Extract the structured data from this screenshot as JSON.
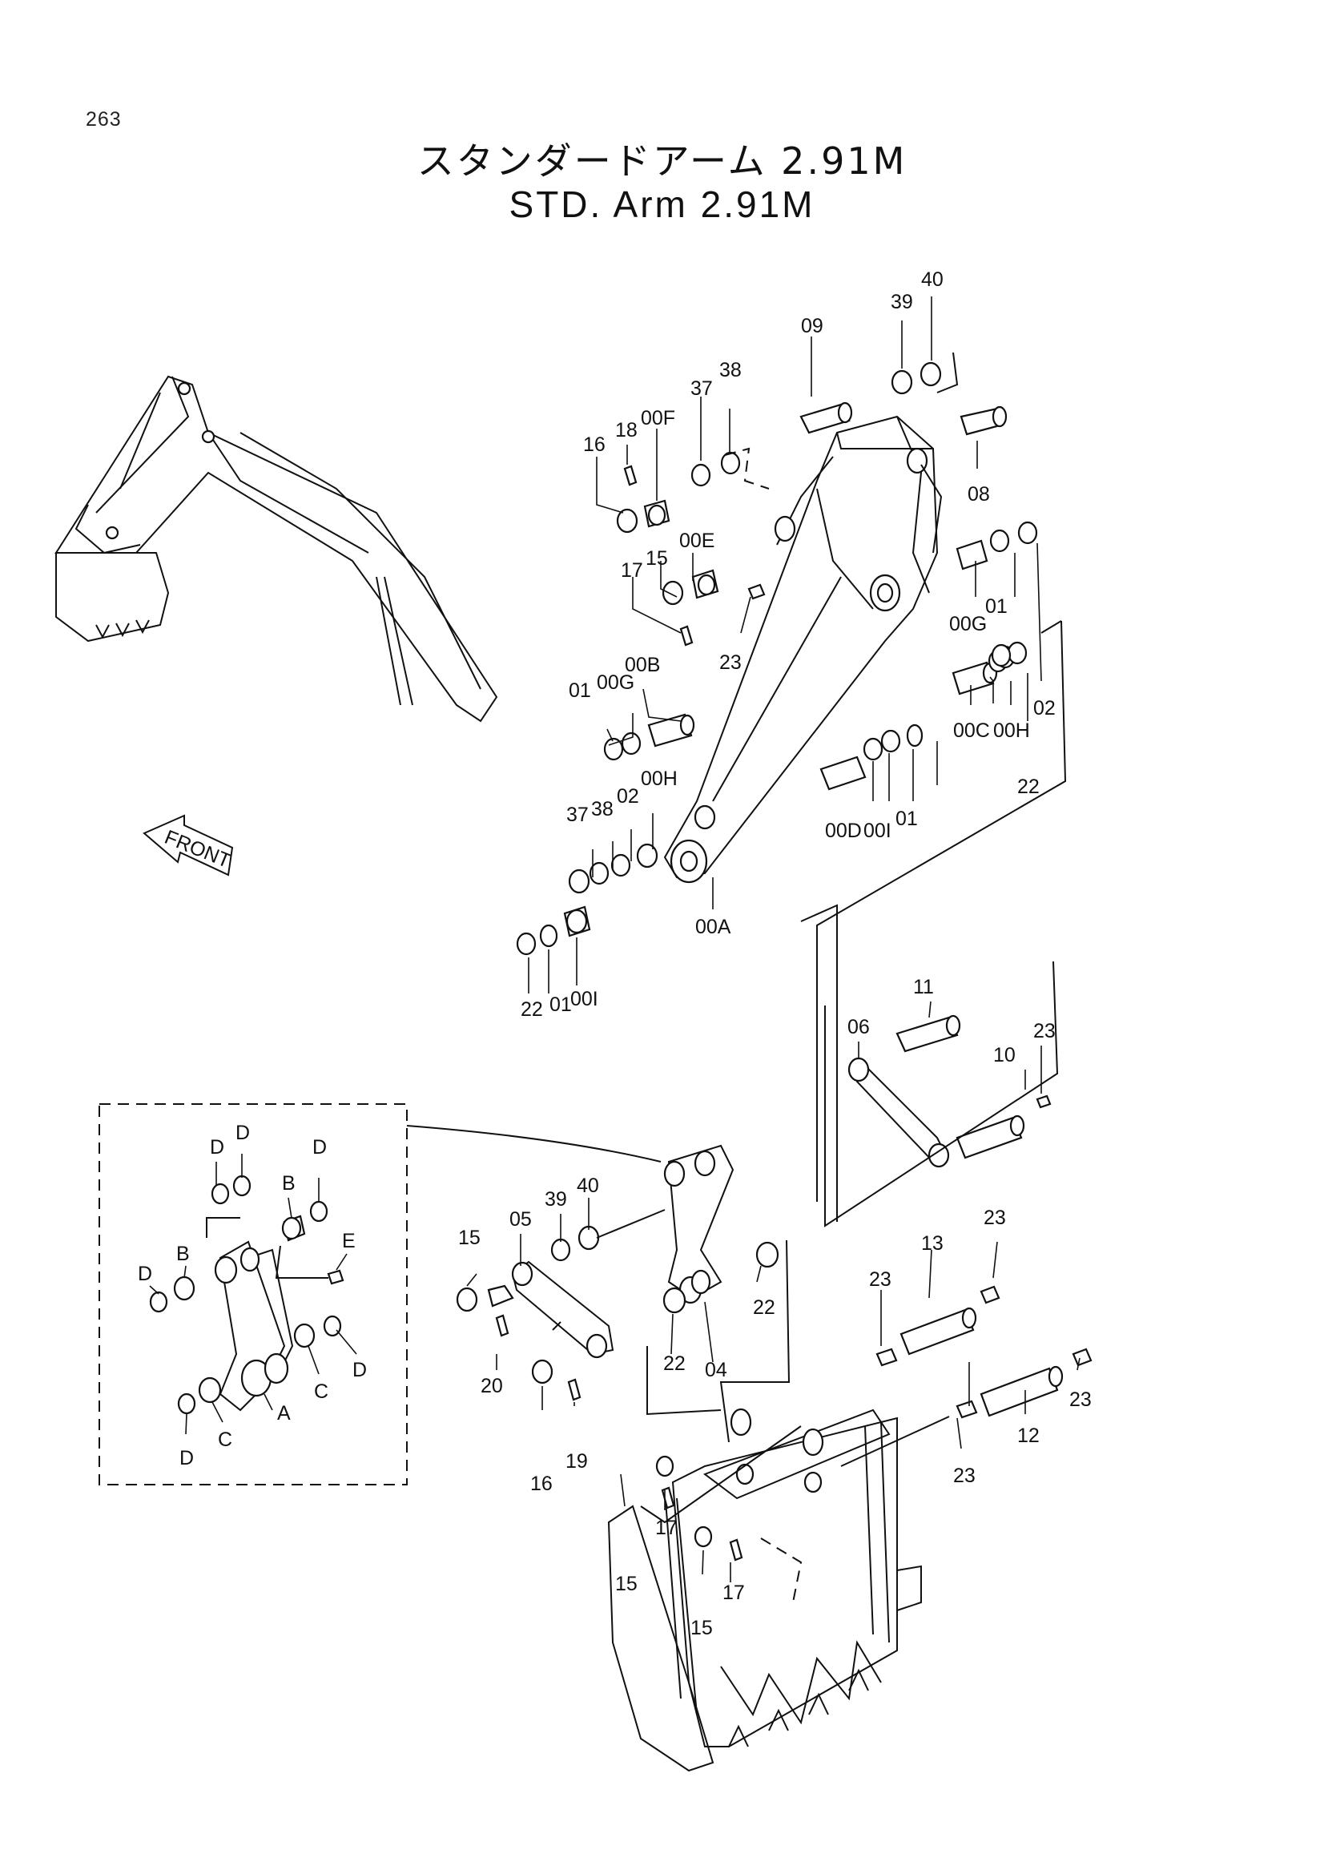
{
  "page_number": "263",
  "title_jp": "スタンダードアーム 2.91M",
  "title_en": "STD. Arm 2.91M",
  "front_label": "FRONT",
  "callouts": {
    "c09": "09",
    "c39a": "39",
    "c40a": "40",
    "c37a": "37",
    "c38a": "38",
    "c16a": "16",
    "c18": "18",
    "c00F": "00F",
    "c08": "08",
    "c00E": "00E",
    "c15a": "15",
    "c17a": "17",
    "c23a": "23",
    "c00Ga": "00G",
    "c01a": "01",
    "c02a": "02",
    "c00B": "00B",
    "c01b": "01",
    "c00Gb": "00G",
    "c00C": "00C",
    "c00Ha": "00H",
    "c22a": "22",
    "c37b": "37",
    "c38b": "38",
    "c02b": "02",
    "c00Hb": "00H",
    "c00D": "00D",
    "c00Ia": "00I",
    "c01c": "01",
    "c00A": "00A",
    "c22b": "22",
    "c01d": "01",
    "c00Ib": "00I",
    "c11": "11",
    "c06": "06",
    "c10": "10",
    "c23b": "23",
    "c15b": "15",
    "c05": "05",
    "c39b": "39",
    "c40b": "40",
    "c20": "20",
    "c16b": "16",
    "c19": "19",
    "c22c": "22",
    "c04": "04",
    "c22d": "22",
    "c23c": "23",
    "c13": "13",
    "c23d": "23",
    "c23e": "23",
    "c12": "12",
    "c23f": "23",
    "c15c": "15",
    "c17b": "17",
    "c15d": "15",
    "c17c": "17"
  },
  "detail_callouts": {
    "dD1": "D",
    "dD2": "D",
    "dD3": "D",
    "dD4": "D",
    "dD5": "D",
    "dD6": "D",
    "dB1": "B",
    "dB2": "B",
    "dE": "E",
    "dA": "A",
    "dC1": "C",
    "dC2": "C"
  }
}
